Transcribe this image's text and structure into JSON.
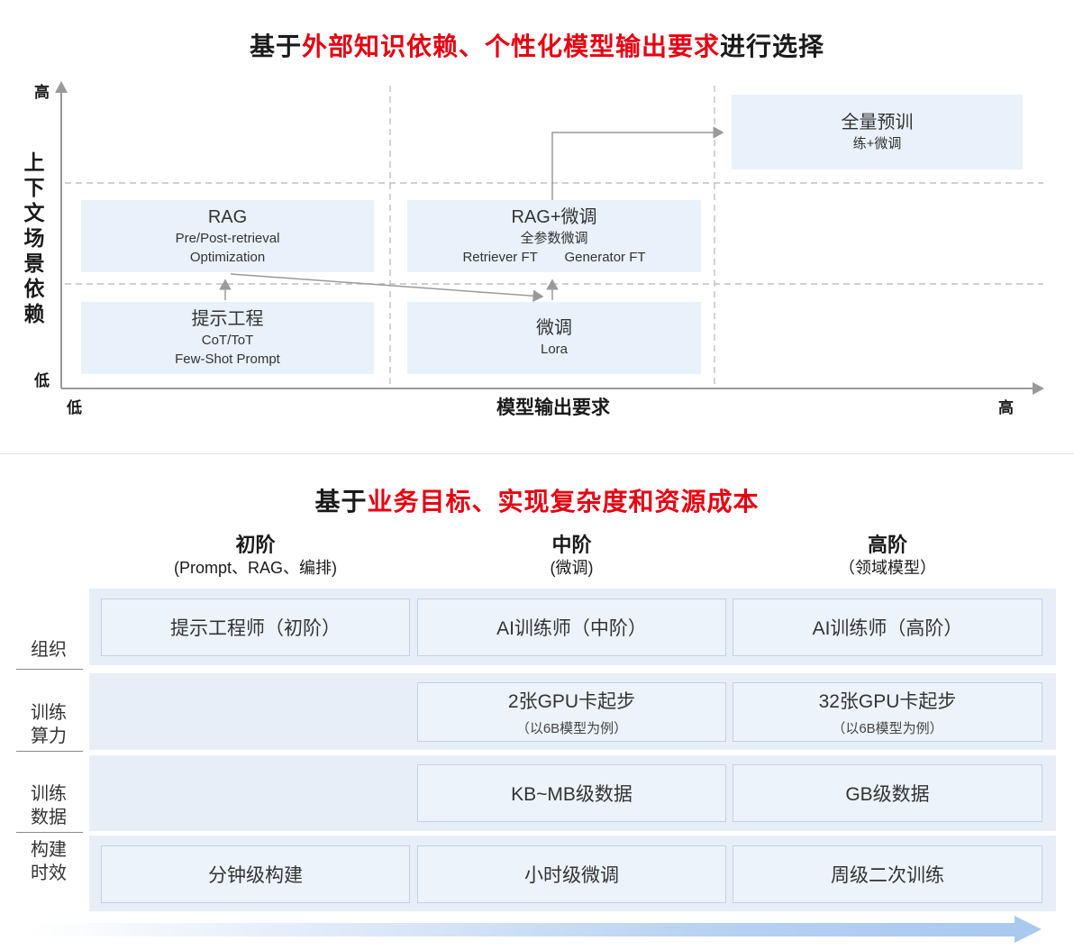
{
  "chart1": {
    "title": {
      "prefix": "基于",
      "highlight": "外部知识依赖、个性化模型输出要求",
      "suffix": "进行选择"
    },
    "y_axis": {
      "title": "上下文场景依赖",
      "top": "高",
      "bottom": "低"
    },
    "x_axis": {
      "title": "模型输出要求",
      "left": "低",
      "right": "高"
    },
    "boxes": {
      "rag": {
        "title": "RAG",
        "line1": "Pre/Post-retrieval",
        "line2": "Optimization"
      },
      "rag_ft": {
        "title": "RAG+微调",
        "line1": "全参数微调",
        "line2": "Retriever FT　　Generator FT"
      },
      "prompt": {
        "title": "提示工程",
        "line1": "CoT/ToT",
        "line2": "Few-Shot Prompt"
      },
      "finetune": {
        "title": "微调",
        "line1": "Lora"
      },
      "pretrain": {
        "title": "全量预训",
        "line1": "练+微调"
      }
    }
  },
  "chart2": {
    "title": {
      "prefix": "基于",
      "highlight": "业务目标、实现复杂度和资源成本",
      "suffix": ""
    },
    "columns": [
      {
        "name": "初阶",
        "sub": "(Prompt、RAG、编排)"
      },
      {
        "name": "中阶",
        "sub": "(微调)"
      },
      {
        "name": "高阶",
        "sub": "（领域模型）"
      }
    ],
    "rows": [
      {
        "label1": "组织",
        "label2": "",
        "cells": [
          {
            "main": "提示工程师（初阶）"
          },
          {
            "main": "AI训练师（中阶）"
          },
          {
            "main": "AI训练师（高阶）"
          }
        ]
      },
      {
        "label1": "训练",
        "label2": "算力",
        "cells": [
          null,
          {
            "main": "2张GPU卡起步",
            "sub": "（以6B模型为例）"
          },
          {
            "main": "32张GPU卡起步",
            "sub": "（以6B模型为例）"
          }
        ]
      },
      {
        "label1": "训练",
        "label2": "数据",
        "cells": [
          null,
          {
            "main": "KB~MB级数据"
          },
          {
            "main": "GB级数据"
          }
        ]
      },
      {
        "label1": "构建",
        "label2": "时效",
        "cells": [
          {
            "main": "分钟级构建"
          },
          {
            "main": "小时级微调"
          },
          {
            "main": "周级二次训练"
          }
        ]
      }
    ]
  },
  "colors": {
    "accent_red": "#e60012",
    "chart_box_blue": "#e9f1fb",
    "band_blue": "#e8eef8",
    "cell_border_blue": "#bdd2ea",
    "axis_gray": "#999999",
    "gradient_arrow_blue": "#a9c9ef"
  }
}
